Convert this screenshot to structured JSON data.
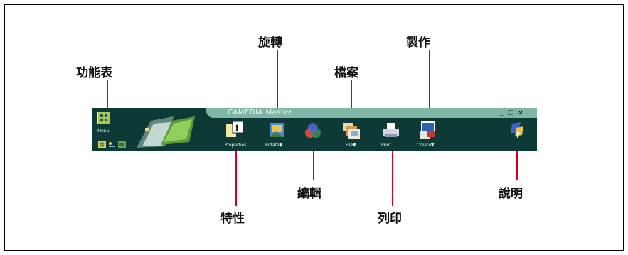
{
  "labels": {
    "menu": "功能表",
    "rotate": "旋轉",
    "file": "檔案",
    "create": "製作",
    "properties": "特性",
    "edit": "編輯",
    "print": "列印",
    "help": "說明"
  },
  "toolbar": {
    "app_title": "CAMEDIA Master",
    "menu_caption": "Menu",
    "minimize": "_",
    "maximize": "□",
    "close": "×",
    "properties_caption": "Properties",
    "rotate_caption": "Rotate▼",
    "file_caption": "File▼",
    "print_caption": "Print",
    "create_caption": "Create▼"
  },
  "colors": {
    "leader_line": "#d6001c",
    "toolbar_bg": "#0d3a34",
    "title_band": "#7fb6a8"
  }
}
